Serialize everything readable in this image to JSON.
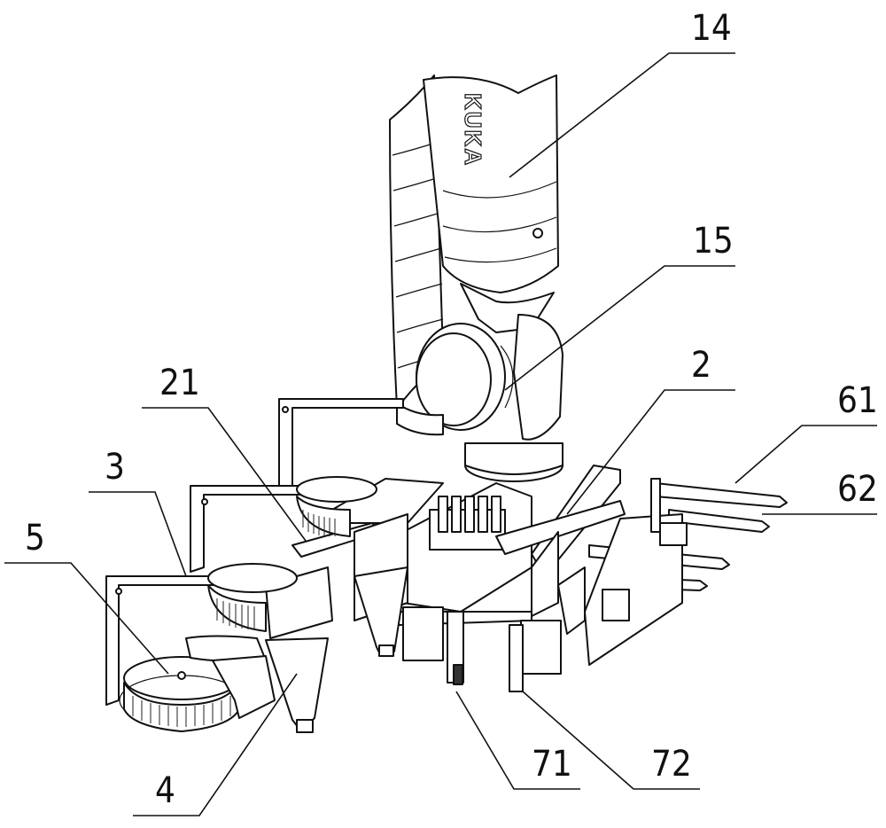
{
  "figure": {
    "brand_label": "KUKA",
    "callouts": [
      {
        "id": "c14",
        "label": "14"
      },
      {
        "id": "c15",
        "label": "15"
      },
      {
        "id": "c2",
        "label": "2"
      },
      {
        "id": "c21",
        "label": "21"
      },
      {
        "id": "c3",
        "label": "3"
      },
      {
        "id": "c5",
        "label": "5"
      },
      {
        "id": "c61",
        "label": "61"
      },
      {
        "id": "c62",
        "label": "62"
      },
      {
        "id": "c71",
        "label": "71"
      },
      {
        "id": "c72",
        "label": "72"
      },
      {
        "id": "c4",
        "label": "4"
      }
    ]
  }
}
